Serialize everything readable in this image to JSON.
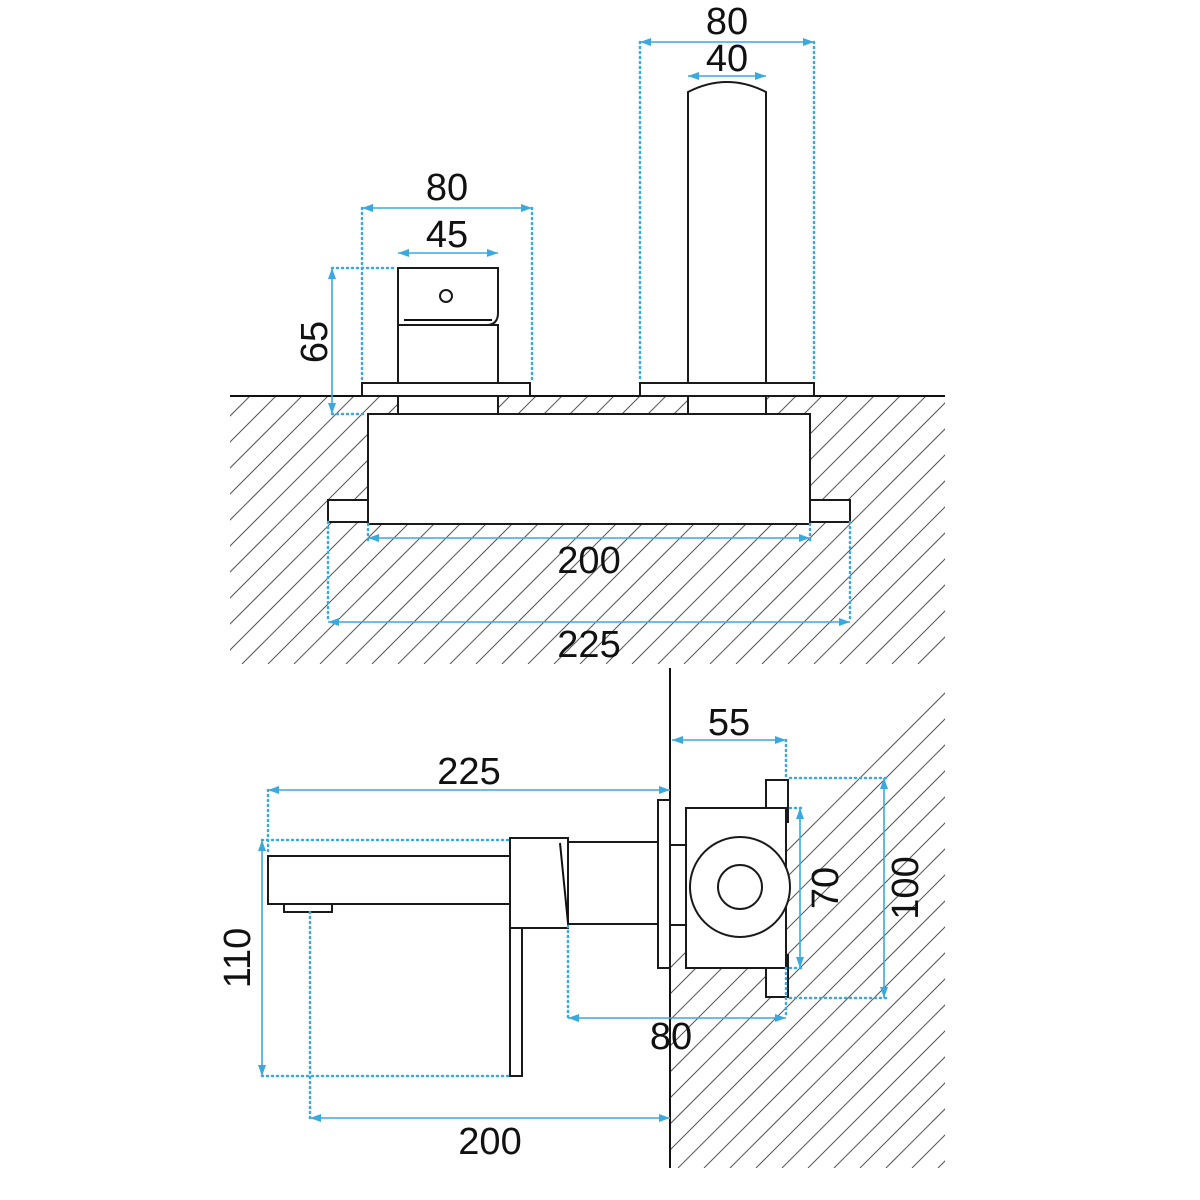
{
  "colors": {
    "dimension": "#3aa9e0",
    "outline": "#1a1a1a",
    "hatch": "#555555",
    "background": "#ffffff"
  },
  "front_view": {
    "spout_outer_width": "80",
    "spout_width": "40",
    "handle_outer_width": "80",
    "handle_width": "45",
    "handle_height": "65",
    "box_width": "200",
    "box_total_width": "225"
  },
  "side_view": {
    "spout_projection": "225",
    "box_depth": "55",
    "inner_height": "70",
    "outer_height": "100",
    "spout_height": "110",
    "spout_reach": "200",
    "body_length": "80"
  }
}
